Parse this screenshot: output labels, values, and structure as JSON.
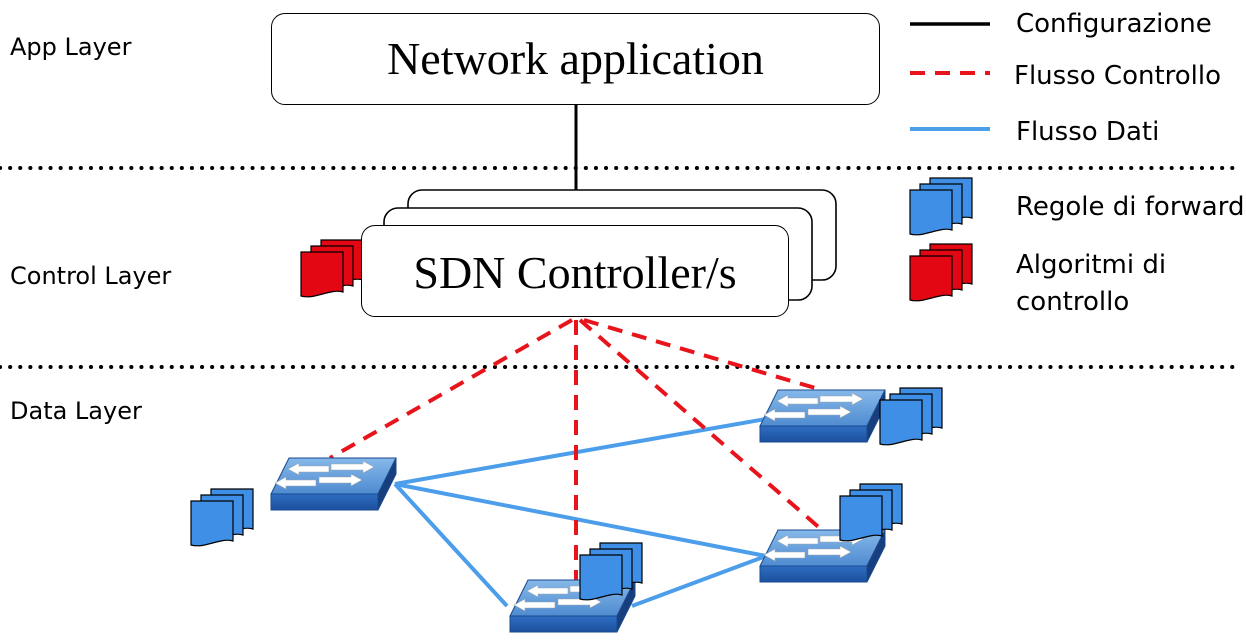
{
  "layers": {
    "app": "App Layer",
    "control": "Control Layer",
    "data": "Data Layer"
  },
  "app_box": {
    "label": "Network application"
  },
  "controller_box": {
    "label": "SDN Controller/s"
  },
  "legend": {
    "configurazione": "Configurazione",
    "flusso_controllo": "Flusso Controllo",
    "flusso_dati": "Flusso Dati",
    "regole": "Regole di forward",
    "algoritmi_line1": "Algoritmi di",
    "algoritmi_line2": "controllo"
  },
  "colors": {
    "configurazione": "#000000",
    "flusso_controllo": "#e8141b",
    "flusso_dati": "#4c9eea",
    "regole": "#3f8fe6",
    "algoritmi": "#e30613",
    "switch_top": "#5b97d6",
    "switch_side": "#1f56a8"
  },
  "icons": {
    "switch": "network-switch-icon",
    "rules": "document-stack-icon"
  }
}
